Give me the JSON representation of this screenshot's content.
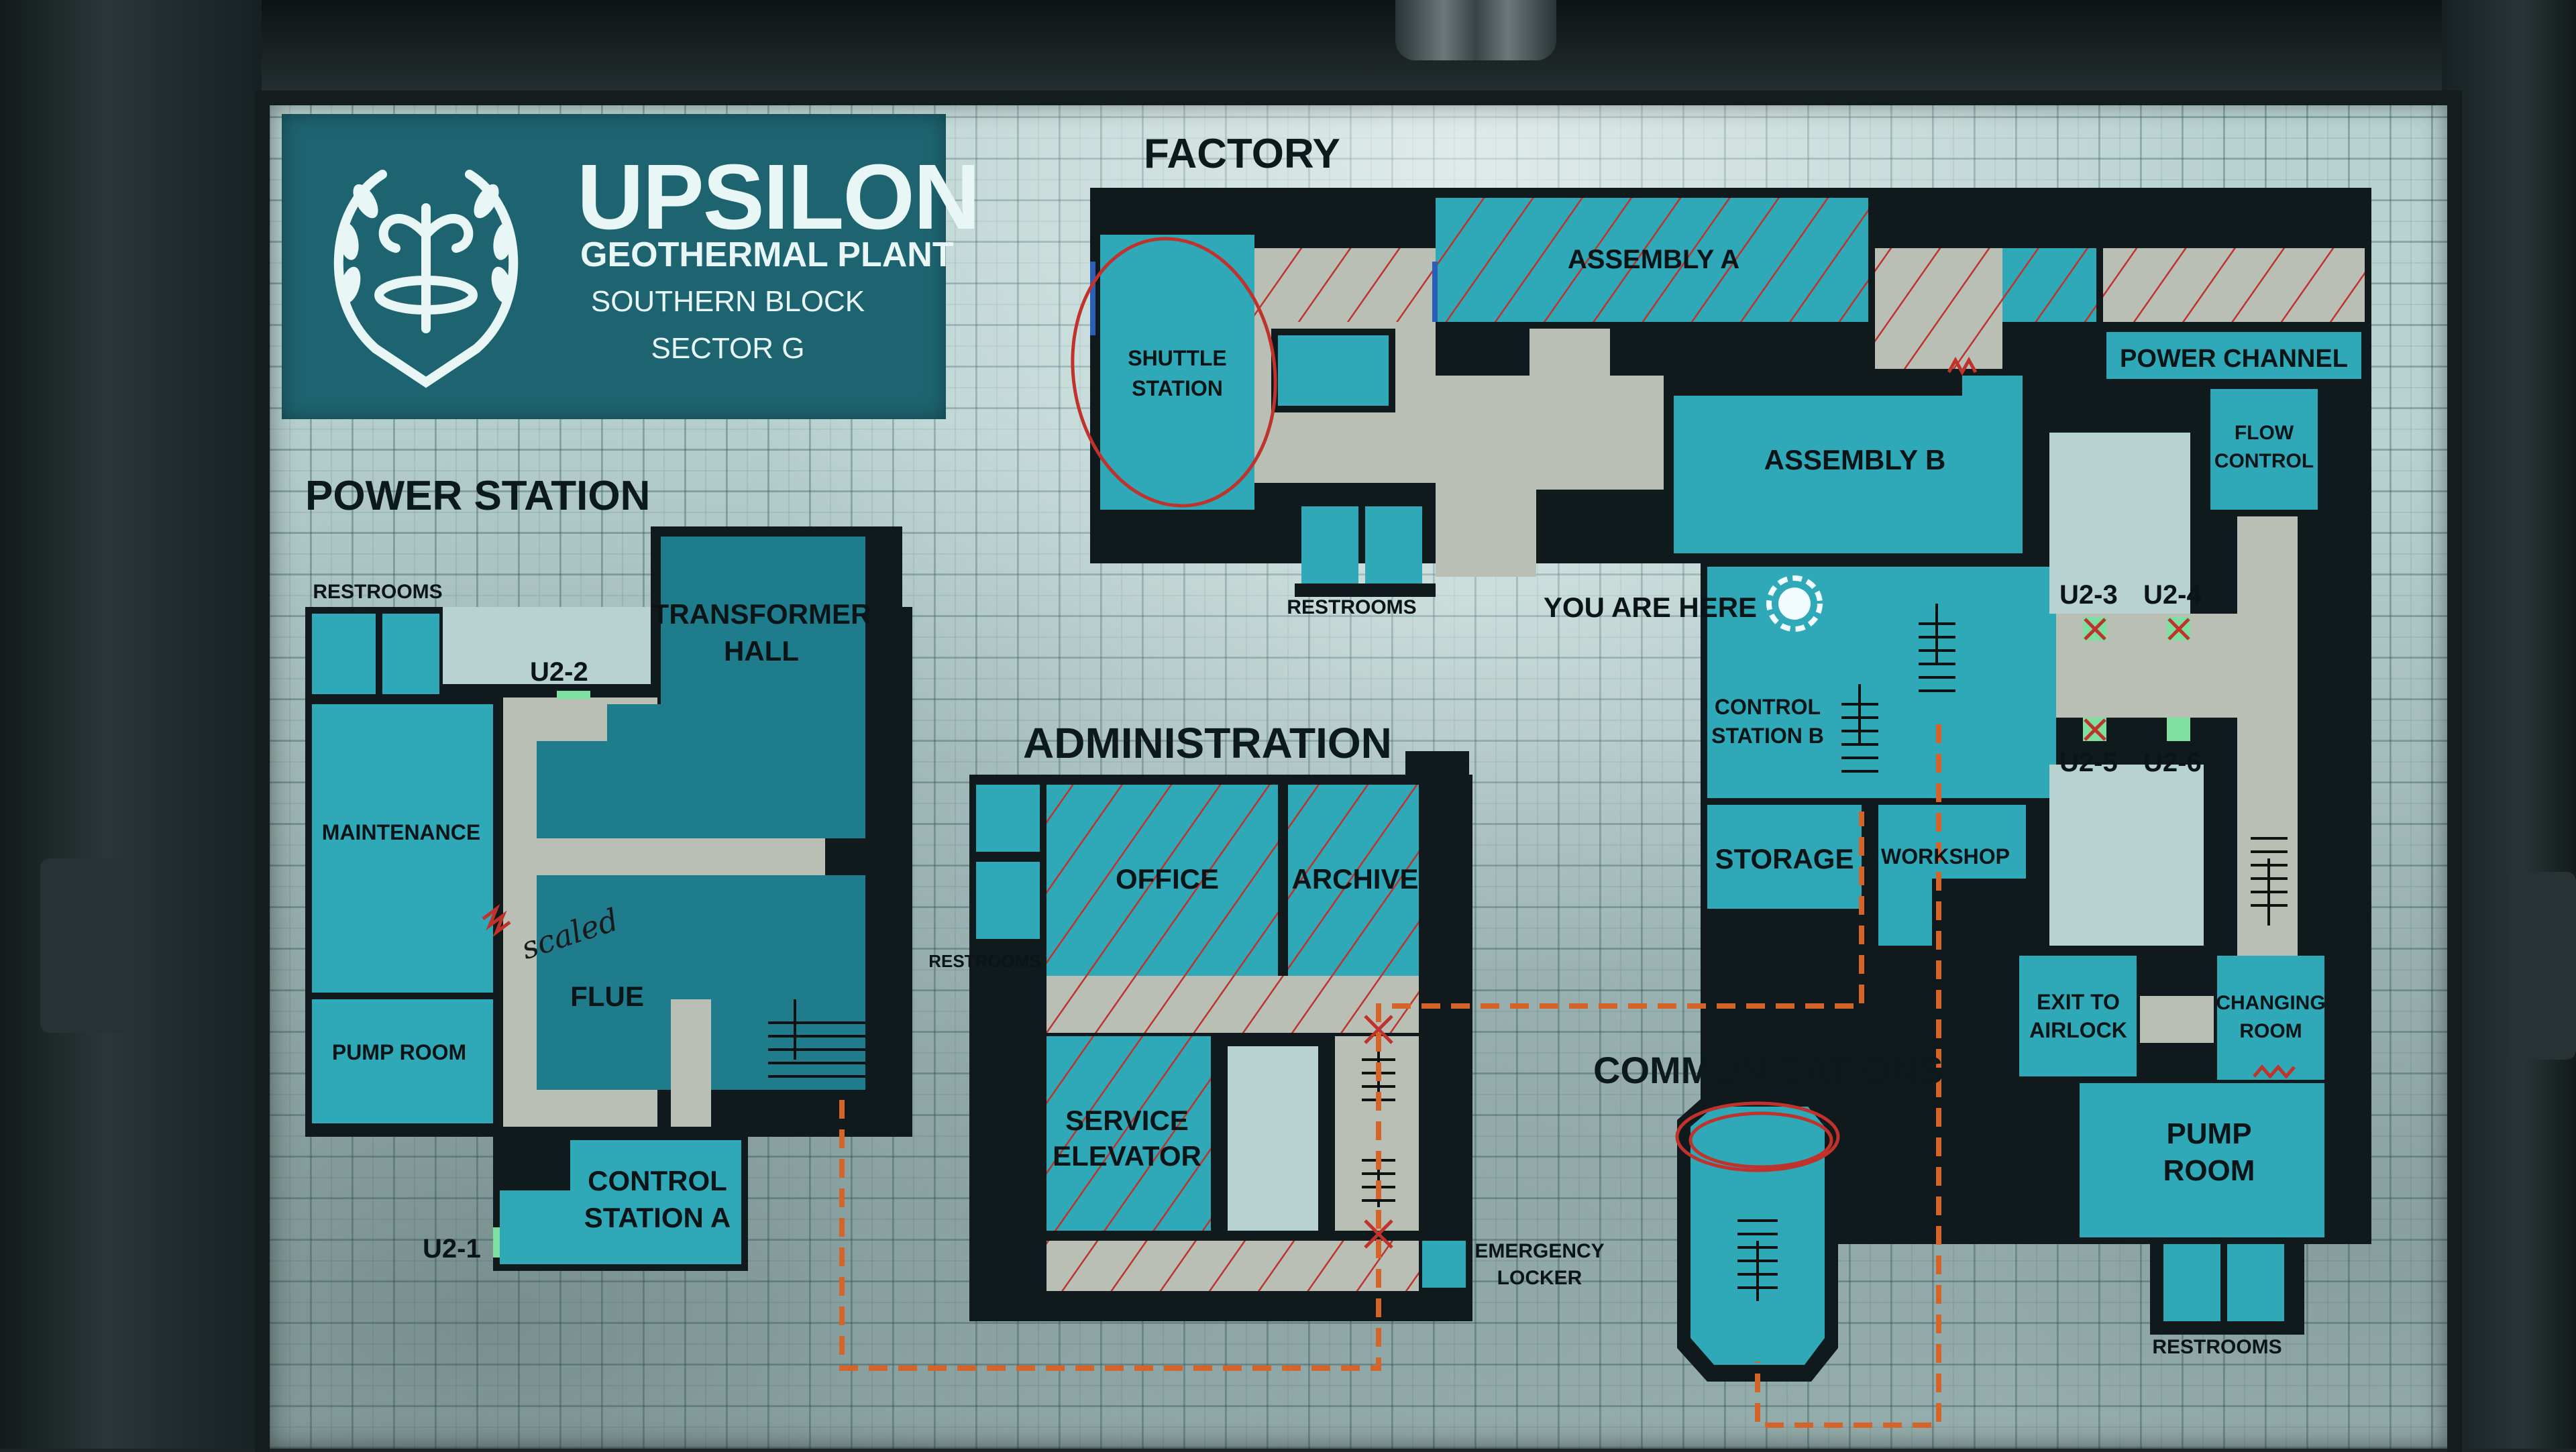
{
  "title_block": {
    "title": "UPSILON",
    "subtitle": "GEOTHERMAL PLANT",
    "block": "SOUTHERN BLOCK",
    "sector": "SECTOR G"
  },
  "sections": {
    "factory": "FACTORY",
    "power_station": "POWER STATION",
    "administration": "ADMINISTRATION",
    "communications": "COMMUNICATIONS"
  },
  "rooms": {
    "shuttle_station_1": "SHUTTLE",
    "shuttle_station_2": "STATION",
    "assembly_a": "ASSEMBLY A",
    "assembly_b": "ASSEMBLY B",
    "power_channel": "POWER CHANNEL",
    "flow_control_1": "FLOW",
    "flow_control_2": "CONTROL",
    "restrooms": "RESTROOMS",
    "you_are_here": "YOU ARE HERE",
    "control_station_b_1": "CONTROL",
    "control_station_b_2": "STATION B",
    "storage": "STORAGE",
    "workshop": "WORKSHOP",
    "transformer_hall_1": "TRANSFORMER",
    "transformer_hall_2": "HALL",
    "maintenance": "MAINTENANCE",
    "flue": "FLUE",
    "scribble": "scaled",
    "pump_room_small": "PUMP ROOM",
    "control_station_a_1": "CONTROL",
    "control_station_a_2": "STATION A",
    "office": "OFFICE",
    "archive": "ARCHIVE",
    "service_elevator_1": "SERVICE",
    "service_elevator_2": "ELEVATOR",
    "emergency_locker_1": "EMERGENCY",
    "emergency_locker_2": "LOCKER",
    "exit_to_airlock_1": "EXIT TO",
    "exit_to_airlock_2": "AIRLOCK",
    "changing_room_1": "CHANGING",
    "changing_room_2": "ROOM",
    "pump_room_1": "PUMP",
    "pump_room_2": "ROOM"
  },
  "doors": {
    "u2_1": "U2-1",
    "u2_2": "U2-2",
    "u2_3": "U2-3",
    "u2_4": "U2-4",
    "u2_5": "U2-5",
    "u2_6": "U2-6"
  },
  "colors": {
    "room": "#2fa8b8",
    "wall": "#10191b",
    "route": "#d5642a",
    "hatch": "#c0322c",
    "title_block": "#1e6470"
  }
}
